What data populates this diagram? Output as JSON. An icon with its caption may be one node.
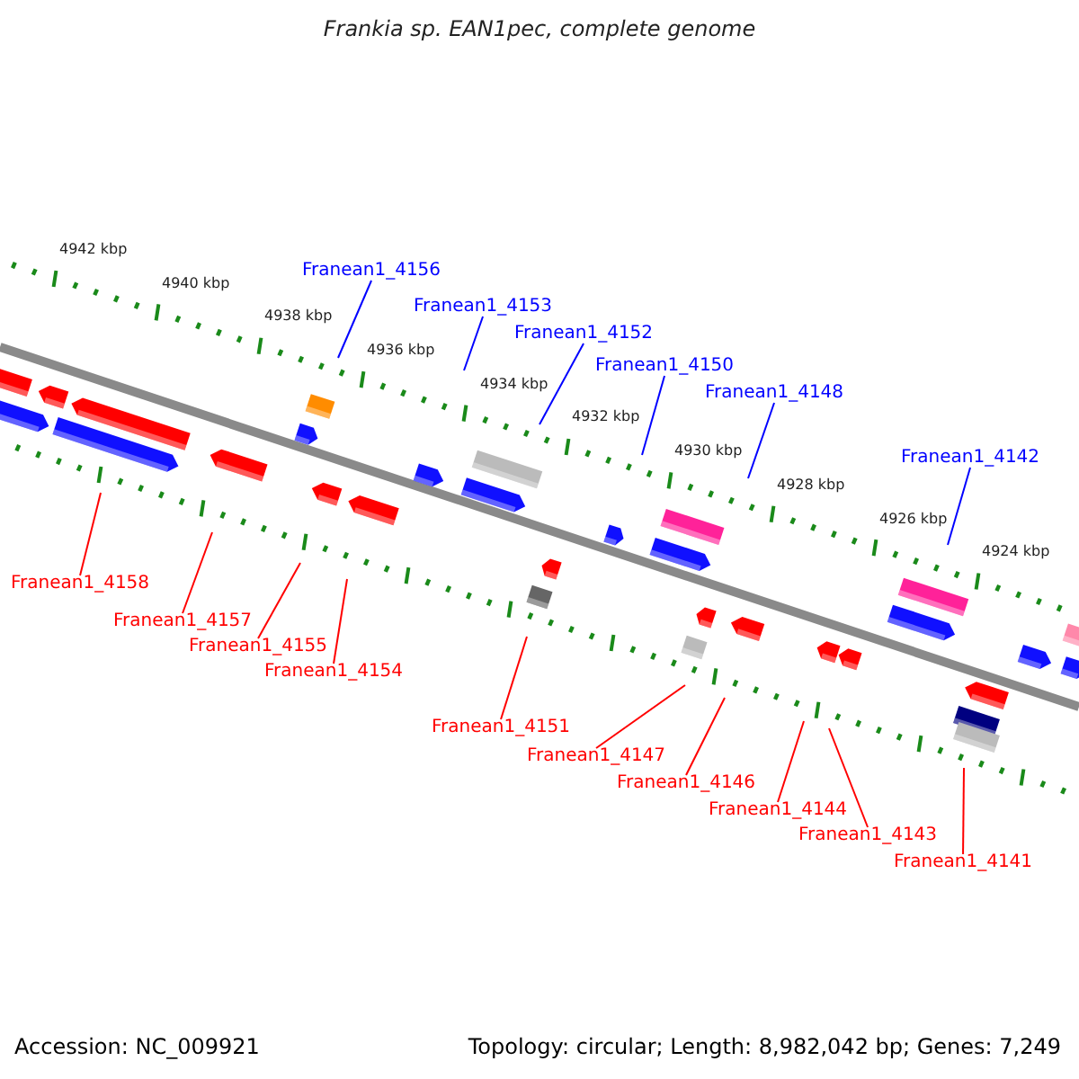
{
  "diagram": {
    "title": "Frankia sp. EAN1pec, complete genome",
    "nodes": [
      {
        "text": [
          "Franean1_4156"
        ]
      },
      {
        "text": [
          "Franean1_4153"
        ]
      },
      {
        "text": [
          "Franean1_4152"
        ]
      },
      {
        "text": [
          "Franean1_4150"
        ]
      },
      {
        "text": [
          "Franean1_4148"
        ]
      },
      {
        "text": [
          "Franean1_4142"
        ]
      },
      {
        "text": [
          "Franean1_4158"
        ]
      },
      {
        "text": [
          "Franean1_4157"
        ]
      },
      {
        "text": [
          "Franean1_4155"
        ]
      },
      {
        "text": [
          "Franean1_4154"
        ]
      },
      {
        "text": [
          "Franean1_4151"
        ]
      },
      {
        "text": [
          "Franean1_4147"
        ]
      },
      {
        "text": [
          "Franean1_4146"
        ]
      },
      {
        "text": [
          "Franean1_4144"
        ]
      },
      {
        "text": [
          "Franean1_4143"
        ]
      },
      {
        "text": [
          "Franean1_4141"
        ]
      }
    ],
    "edges": [
      {
        "from": 0,
        "to": null,
        "arrow": "none",
        "color": "#0000ff"
      },
      {
        "from": 1,
        "to": null,
        "arrow": "none",
        "color": "#0000ff"
      },
      {
        "from": 2,
        "to": null,
        "arrow": "none",
        "color": "#0000ff"
      },
      {
        "from": 3,
        "to": null,
        "arrow": "none",
        "color": "#0000ff"
      },
      {
        "from": 4,
        "to": null,
        "arrow": "none",
        "color": "#0000ff"
      },
      {
        "from": 5,
        "to": null,
        "arrow": "none",
        "color": "#0000ff"
      },
      {
        "from": 6,
        "to": null,
        "arrow": "none"
      },
      {
        "from": 7,
        "to": null,
        "arrow": "none"
      },
      {
        "from": 8,
        "to": null,
        "arrow": "none"
      },
      {
        "from": 9,
        "to": null,
        "arrow": "none"
      },
      {
        "from": 10,
        "to": null,
        "arrow": "none"
      },
      {
        "from": 11,
        "to": null,
        "arrow": "none"
      },
      {
        "from": 12,
        "to": null,
        "arrow": "none"
      },
      {
        "from": 13,
        "to": null,
        "arrow": "none"
      },
      {
        "from": 14,
        "to": null,
        "arrow": "none"
      },
      {
        "from": 15,
        "to": null,
        "arrow": "none"
      }
    ],
    "labels": [
      "4942 kbp",
      "4940 kbp",
      "4938 kbp",
      "4936 kbp",
      "4934 kbp",
      "4932 kbp",
      "4930 kbp",
      "4928 kbp",
      "4926 kbp",
      "4924 kbp",
      "Accession: NC_009921",
      "Topology: circular; Length: 8,982,042 bp; Genes: 7,249"
    ]
  }
}
